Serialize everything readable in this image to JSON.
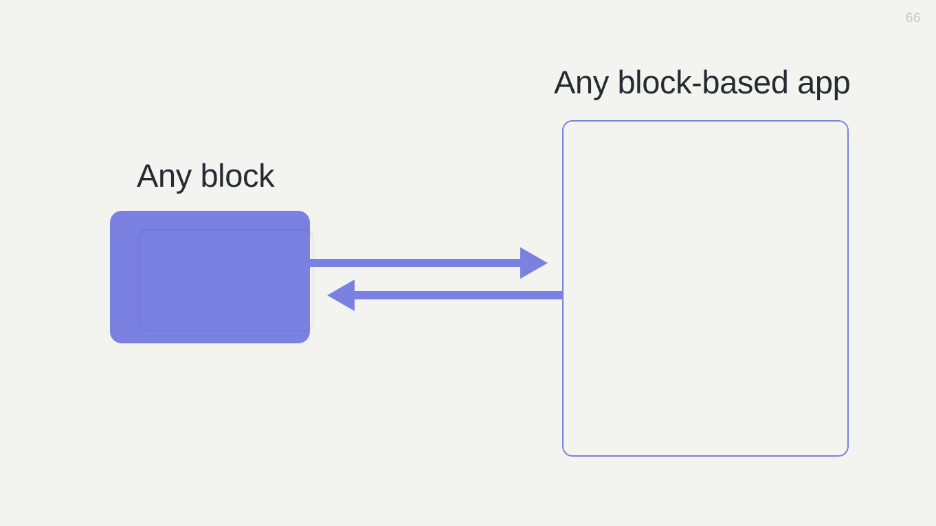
{
  "slide": {
    "background_color": "#f3f4ef",
    "page_number": "66",
    "page_number_color": "#c7c9c2"
  },
  "accent": {
    "purple": "#7b81e0",
    "text_dark": "#262b33"
  },
  "left_group": {
    "heading": "Any block",
    "block": {
      "name": "any-block-shape",
      "fill": "#7b81e0",
      "has_inner_panel": true
    }
  },
  "right_group": {
    "heading": "Any block-based app",
    "panel": {
      "name": "app-panel",
      "border_color": "#7b81e0",
      "fill": "none",
      "content": ""
    }
  },
  "connectors": [
    {
      "name": "block-to-app-arrow",
      "direction": "right",
      "color": "#7b81e0",
      "from": "any-block-shape",
      "to": "app-panel"
    },
    {
      "name": "app-to-block-arrow",
      "direction": "left",
      "color": "#7b81e0",
      "from": "app-panel",
      "to": "any-block-shape"
    }
  ]
}
